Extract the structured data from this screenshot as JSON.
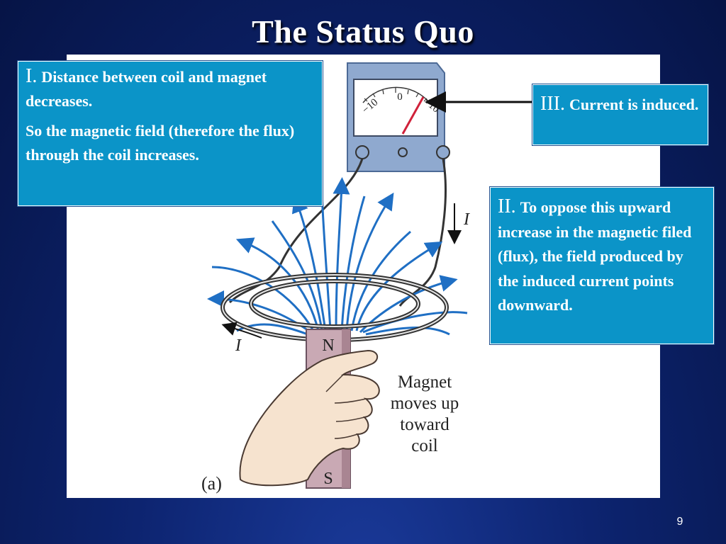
{
  "slide": {
    "title": "The Status Quo",
    "page_number": "9"
  },
  "callouts": {
    "one": {
      "numeral": "I.",
      "line1": "Distance between coil and magnet decreases.",
      "line2": "So the magnetic field (therefore the flux) through the coil increases."
    },
    "two": {
      "numeral": "II.",
      "text": "To oppose this upward increase in the magnetic filed (flux), the field produced by the induced current points downward."
    },
    "three": {
      "numeral": "III.",
      "text": "Current is induced."
    }
  },
  "figure": {
    "meter_scale": {
      "left": "−10",
      "center": "0",
      "right": "+10"
    },
    "current_label_wire": "I",
    "current_label_coil": "I",
    "magnet_north": "N",
    "magnet_south": "S",
    "caption_line1": "Magnet",
    "caption_line2": "moves up",
    "caption_line3": "toward",
    "caption_line4": "coil",
    "panel_label": "(a)"
  },
  "colors": {
    "callout_fill": "#0b94c8",
    "field_lines": "#1f6fc4",
    "meter_needle": "#d0213a",
    "magnet": "#c9a9b4"
  }
}
